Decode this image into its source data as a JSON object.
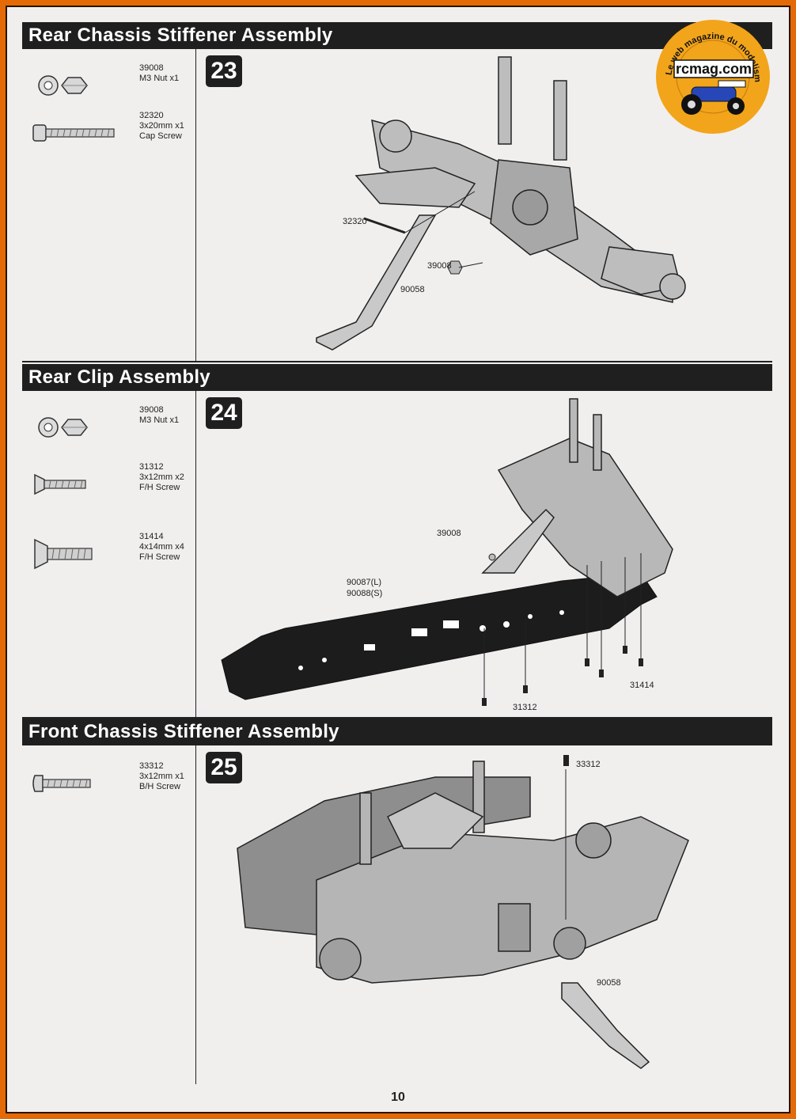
{
  "sections": [
    {
      "title": "Rear Chassis Stiffener Assembly",
      "step": "23",
      "parts": [
        {
          "code": "39008",
          "desc": "M3 Nut x1",
          "desc2": "",
          "icon": "nut-icon"
        },
        {
          "code": "32320",
          "desc": "3x20mm x1",
          "desc2": "Cap Screw",
          "icon": "cap-screw-icon"
        }
      ],
      "callouts": [
        "32320",
        "39008",
        "90058"
      ]
    },
    {
      "title": "Rear Clip Assembly",
      "step": "24",
      "parts": [
        {
          "code": "39008",
          "desc": "M3 Nut x1",
          "desc2": "",
          "icon": "nut-icon"
        },
        {
          "code": "31312",
          "desc": "3x12mm x2",
          "desc2": "F/H Screw",
          "icon": "flat-head-screw-icon"
        },
        {
          "code": "31414",
          "desc": "4x14mm x4",
          "desc2": "F/H Screw",
          "icon": "flat-head-screw-icon"
        }
      ],
      "callouts": [
        "39008",
        "90087(L)",
        "90088(S)",
        "31414",
        "31312"
      ]
    },
    {
      "title": "Front Chassis Stiffener Assembly",
      "step": "25",
      "parts": [
        {
          "code": "33312",
          "desc": "3x12mm x1",
          "desc2": "B/H Screw",
          "icon": "button-head-screw-icon"
        }
      ],
      "callouts": [
        "33312",
        "90058"
      ]
    }
  ],
  "logo": {
    "tagline": "Le web magazine du modelisme",
    "name": "rcmag.com"
  },
  "page_number": "10",
  "colors": {
    "frame": "#e36a07",
    "header": "#1f1f1f",
    "logo_ring": "#f2a51a"
  }
}
